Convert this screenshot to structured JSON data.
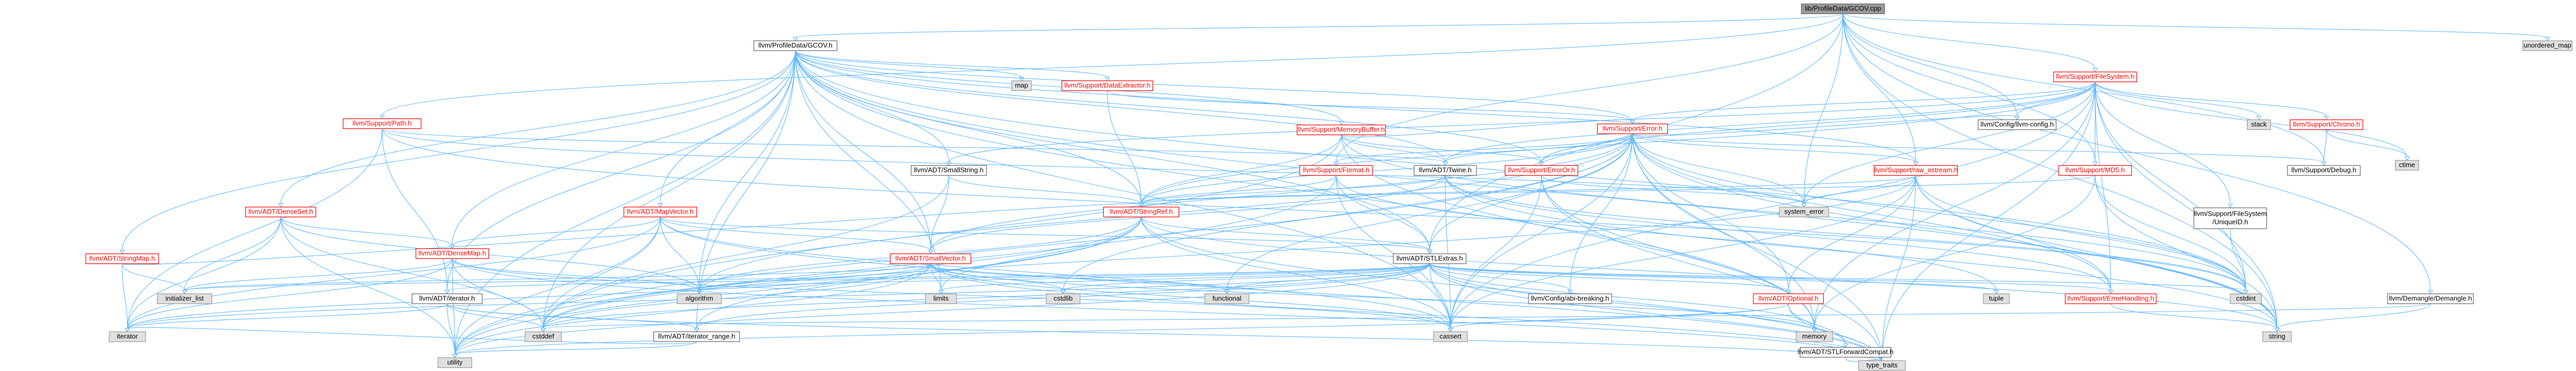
{
  "colors": {
    "root_fill": "#999999",
    "root_border": "#666666",
    "linked_fill": "#ffffff",
    "linked_border": "#ff0000",
    "link_text": "#ff0000",
    "plain_border": "#666666",
    "plain_text": "#000000",
    "external_fill": "#e0e0e0",
    "external_border": "#999999",
    "edge": "#63b8ff"
  },
  "graph": {
    "root": "lib/ProfileData/GCOV.cpp",
    "nodes": [
      {
        "id": "gcov_cpp",
        "label": "lib/ProfileData/GCOV.cpp",
        "kind": "root"
      },
      {
        "id": "gcov_h",
        "label": "llvm/ProfileData/GCOV.h",
        "kind": "plain"
      },
      {
        "id": "unordered_map",
        "label": "unordered_map",
        "kind": "external"
      },
      {
        "id": "filesystem",
        "label": "llvm/Support/FileSystem.h",
        "kind": "linked"
      },
      {
        "id": "path",
        "label": "llvm/Support/Path.h",
        "kind": "linked"
      },
      {
        "id": "map",
        "label": "map",
        "kind": "external"
      },
      {
        "id": "dataextractor",
        "label": "llvm/Support/DataExtractor.h",
        "kind": "linked"
      },
      {
        "id": "memorybuffer",
        "label": "llvm/Support/MemoryBuffer.h",
        "kind": "linked"
      },
      {
        "id": "config",
        "label": "llvm/Config/llvm-config.h",
        "kind": "plain"
      },
      {
        "id": "stack",
        "label": "stack",
        "kind": "external"
      },
      {
        "id": "chrono",
        "label": "llvm/Support/Chrono.h",
        "kind": "linked"
      },
      {
        "id": "ctime",
        "label": "ctime",
        "kind": "external"
      },
      {
        "id": "error",
        "label": "llvm/Support/Error.h",
        "kind": "linked"
      },
      {
        "id": "smallstring",
        "label": "llvm/ADT/SmallString.h",
        "kind": "plain"
      },
      {
        "id": "format",
        "label": "llvm/Support/Format.h",
        "kind": "linked"
      },
      {
        "id": "twine",
        "label": "llvm/ADT/Twine.h",
        "kind": "plain"
      },
      {
        "id": "erroror",
        "label": "llvm/Support/ErrorOr.h",
        "kind": "linked"
      },
      {
        "id": "raw_ostream",
        "label": "llvm/Support/raw_ostream.h",
        "kind": "linked"
      },
      {
        "id": "md5",
        "label": "llvm/Support/MD5.h",
        "kind": "linked"
      },
      {
        "id": "debug",
        "label": "llvm/Support/Debug.h",
        "kind": "plain"
      },
      {
        "id": "uniqueid",
        "label": "llvm/Support/FileSystem/UniqueID.h",
        "kind": "plain"
      },
      {
        "id": "densemap",
        "label": "llvm/ADT/DenseMap.h",
        "kind": "linked"
      },
      {
        "id": "denseset",
        "label": "llvm/ADT/DenseSet.h",
        "kind": "linked"
      },
      {
        "id": "mapvector",
        "label": "llvm/ADT/MapVector.h",
        "kind": "linked"
      },
      {
        "id": "stringref",
        "label": "llvm/ADT/StringRef.h",
        "kind": "linked"
      },
      {
        "id": "system_error",
        "label": "system_error",
        "kind": "external"
      },
      {
        "id": "stringmap",
        "label": "llvm/ADT/StringMap.h",
        "kind": "linked"
      },
      {
        "id": "smallvector",
        "label": "llvm/ADT/SmallVector.h",
        "kind": "linked"
      },
      {
        "id": "stlextras",
        "label": "llvm/ADT/STLExtras.h",
        "kind": "plain"
      },
      {
        "id": "initializer_list",
        "label": "initializer_list",
        "kind": "external"
      },
      {
        "id": "algorithm",
        "label": "algorithm",
        "kind": "external"
      },
      {
        "id": "iterator_h",
        "label": "llvm/ADT/iterator.h",
        "kind": "plain"
      },
      {
        "id": "limits",
        "label": "limits",
        "kind": "external"
      },
      {
        "id": "cstdlib",
        "label": "cstdlib",
        "kind": "external"
      },
      {
        "id": "functional",
        "label": "functional",
        "kind": "external"
      },
      {
        "id": "configbreak",
        "label": "llvm/Config/abi-breaking.h",
        "kind": "plain"
      },
      {
        "id": "optional",
        "label": "llvm/ADT/Optional.h",
        "kind": "linked"
      },
      {
        "id": "tuple",
        "label": "tuple",
        "kind": "external"
      },
      {
        "id": "errorhandling",
        "label": "llvm/Support/ErrorHandling.h",
        "kind": "linked"
      },
      {
        "id": "cstdint",
        "label": "cstdint",
        "kind": "external"
      },
      {
        "id": "demangle",
        "label": "llvm/Demangle/Demangle.h",
        "kind": "plain"
      },
      {
        "id": "iterator_range",
        "label": "llvm/ADT/iterator_range.h",
        "kind": "plain"
      },
      {
        "id": "cstddef",
        "label": "cstddef",
        "kind": "external"
      },
      {
        "id": "cassert",
        "label": "cassert",
        "kind": "external"
      },
      {
        "id": "memory",
        "label": "memory",
        "kind": "external"
      },
      {
        "id": "stlforward",
        "label": "llvm/ADT/STLForwardCompat.h",
        "kind": "plain"
      },
      {
        "id": "string",
        "label": "string",
        "kind": "external"
      },
      {
        "id": "iterator",
        "label": "iterator",
        "kind": "external"
      },
      {
        "id": "utility",
        "label": "utility",
        "kind": "external"
      },
      {
        "id": "type_traits",
        "label": "type_traits",
        "kind": "external"
      }
    ],
    "edges": [
      [
        "gcov_cpp",
        "gcov_h"
      ],
      [
        "gcov_cpp",
        "unordered_map"
      ],
      [
        "gcov_cpp",
        "filesystem"
      ],
      [
        "gcov_cpp",
        "config"
      ],
      [
        "gcov_cpp",
        "system_error"
      ],
      [
        "gcov_cpp",
        "raw_ostream"
      ],
      [
        "gcov_cpp",
        "md5"
      ],
      [
        "gcov_cpp",
        "stlextras"
      ],
      [
        "gcov_cpp",
        "format"
      ],
      [
        "gcov_cpp",
        "debug"
      ],
      [
        "gcov_cpp",
        "path"
      ],
      [
        "gcov_cpp",
        "demangle"
      ],
      [
        "gcov_cpp",
        "string"
      ],
      [
        "gcov_h",
        "map"
      ],
      [
        "gcov_h",
        "dataextractor"
      ],
      [
        "gcov_h",
        "memorybuffer"
      ],
      [
        "gcov_h",
        "smallstring"
      ],
      [
        "gcov_h",
        "twine"
      ],
      [
        "gcov_h",
        "stringref"
      ],
      [
        "gcov_h",
        "smallvector"
      ],
      [
        "gcov_h",
        "mapvector"
      ],
      [
        "gcov_h",
        "denseset"
      ],
      [
        "gcov_h",
        "stringmap"
      ],
      [
        "gcov_h",
        "densemap"
      ],
      [
        "gcov_h",
        "iterator_h"
      ],
      [
        "gcov_h",
        "algorithm"
      ],
      [
        "gcov_h",
        "limits"
      ],
      [
        "gcov_h",
        "memory"
      ],
      [
        "gcov_h",
        "string"
      ],
      [
        "gcov_h",
        "utility"
      ],
      [
        "gcov_h",
        "error"
      ],
      [
        "gcov_h",
        "erroror"
      ],
      [
        "gcov_h",
        "raw_ostream"
      ],
      [
        "gcov_h",
        "iterator_range"
      ],
      [
        "gcov_h",
        "stlextras"
      ],
      [
        "gcov_h",
        "cstddef"
      ],
      [
        "gcov_h",
        "cstdint"
      ],
      [
        "gcov_h",
        "cassert"
      ],
      [
        "filesystem",
        "config"
      ],
      [
        "filesystem",
        "stack"
      ],
      [
        "filesystem",
        "chrono"
      ],
      [
        "filesystem",
        "error"
      ],
      [
        "filesystem",
        "erroror"
      ],
      [
        "filesystem",
        "md5"
      ],
      [
        "filesystem",
        "uniqueid"
      ],
      [
        "filesystem",
        "twine"
      ],
      [
        "filesystem",
        "stringref"
      ],
      [
        "filesystem",
        "system_error"
      ],
      [
        "filesystem",
        "memory"
      ],
      [
        "filesystem",
        "string"
      ],
      [
        "filesystem",
        "cassert"
      ],
      [
        "filesystem",
        "cstdint"
      ],
      [
        "filesystem",
        "ctime"
      ],
      [
        "filesystem",
        "type_traits"
      ],
      [
        "filesystem",
        "smallstring"
      ],
      [
        "filesystem",
        "errorhandling"
      ],
      [
        "chrono",
        "ctime"
      ],
      [
        "chrono",
        "debug"
      ],
      [
        "path",
        "twine"
      ],
      [
        "path",
        "iterator"
      ],
      [
        "path",
        "iterator_h"
      ],
      [
        "path",
        "cstdint"
      ],
      [
        "path",
        "system_error"
      ],
      [
        "dataextractor",
        "stringref"
      ],
      [
        "dataextractor",
        "error"
      ],
      [
        "memorybuffer",
        "error"
      ],
      [
        "memorybuffer",
        "erroror"
      ],
      [
        "memorybuffer",
        "twine"
      ],
      [
        "memorybuffer",
        "cstddef"
      ],
      [
        "memorybuffer",
        "cstdint"
      ],
      [
        "memorybuffer",
        "memory"
      ],
      [
        "memorybuffer",
        "stringref"
      ],
      [
        "error",
        "config"
      ],
      [
        "error",
        "format"
      ],
      [
        "error",
        "raw_ostream"
      ],
      [
        "error",
        "erroror"
      ],
      [
        "error",
        "twine"
      ],
      [
        "error",
        "smallvector"
      ],
      [
        "error",
        "stringref"
      ],
      [
        "error",
        "errorhandling"
      ],
      [
        "error",
        "debug"
      ],
      [
        "error",
        "optional"
      ],
      [
        "error",
        "abi"
      ],
      [
        "error",
        "algorithm"
      ],
      [
        "error",
        "cassert"
      ],
      [
        "error",
        "cstdint"
      ],
      [
        "error",
        "cstdlib"
      ],
      [
        "error",
        "functional"
      ],
      [
        "error",
        "memory"
      ],
      [
        "error",
        "system_error"
      ],
      [
        "error",
        "string"
      ],
      [
        "error",
        "type_traits"
      ],
      [
        "error",
        "utility"
      ],
      [
        "error",
        "configbreak"
      ],
      [
        "error",
        "stlextras"
      ],
      [
        "smallstring",
        "stringref"
      ],
      [
        "smallstring",
        "smallvector"
      ],
      [
        "smallstring",
        "cstddef"
      ],
      [
        "format",
        "stlextras"
      ],
      [
        "format",
        "stringref"
      ],
      [
        "format",
        "cassert"
      ],
      [
        "format",
        "cstdio"
      ],
      [
        "format",
        "tuple"
      ],
      [
        "format",
        "utility"
      ],
      [
        "twine",
        "smallvector"
      ],
      [
        "twine",
        "stringref"
      ],
      [
        "twine",
        "errorhandling"
      ],
      [
        "twine",
        "cassert"
      ],
      [
        "twine",
        "cstdint"
      ],
      [
        "twine",
        "string"
      ],
      [
        "erroror",
        "system_error"
      ],
      [
        "erroror",
        "cassert"
      ],
      [
        "erroror",
        "type_traits"
      ],
      [
        "erroror",
        "memory"
      ],
      [
        "raw_ostream",
        "stringref"
      ],
      [
        "raw_ostream",
        "optional"
      ],
      [
        "raw_ostream",
        "cassert"
      ],
      [
        "raw_ostream",
        "cstddef"
      ],
      [
        "raw_ostream",
        "cstdint"
      ],
      [
        "raw_ostream",
        "cstring"
      ],
      [
        "raw_ostream",
        "string"
      ],
      [
        "raw_ostream",
        "system_error"
      ],
      [
        "raw_ostream",
        "type_traits"
      ],
      [
        "raw_ostream",
        "errorhandling"
      ],
      [
        "md5",
        "stringref"
      ],
      [
        "md5",
        "cstdint"
      ],
      [
        "md5",
        "memory"
      ],
      [
        "md5",
        "string"
      ],
      [
        "uniqueid",
        "cstdint"
      ],
      [
        "densemap",
        "algorithm"
      ],
      [
        "densemap",
        "cassert"
      ],
      [
        "densemap",
        "cstddef"
      ],
      [
        "densemap",
        "initializer_list"
      ],
      [
        "densemap",
        "iterator"
      ],
      [
        "densemap",
        "new"
      ],
      [
        "densemap",
        "type_traits"
      ],
      [
        "densemap",
        "utility"
      ],
      [
        "denseset",
        "densemap"
      ],
      [
        "denseset",
        "algorithm"
      ],
      [
        "denseset",
        "cstddef"
      ],
      [
        "denseset",
        "initializer_list"
      ],
      [
        "denseset",
        "iterator"
      ],
      [
        "denseset",
        "utility"
      ],
      [
        "mapvector",
        "densemap"
      ],
      [
        "mapvector",
        "smallvector"
      ],
      [
        "mapvector",
        "stlextras"
      ],
      [
        "mapvector",
        "algorithm"
      ],
      [
        "mapvector",
        "cassert"
      ],
      [
        "mapvector",
        "cstddef"
      ],
      [
        "mapvector",
        "iterator"
      ],
      [
        "mapvector",
        "type_traits"
      ],
      [
        "mapvector",
        "utility"
      ],
      [
        "mapvector",
        "vector"
      ],
      [
        "stringref",
        "stlextras"
      ],
      [
        "stringref",
        "iterator_range"
      ],
      [
        "stringref",
        "algorithm"
      ],
      [
        "stringref",
        "cassert"
      ],
      [
        "stringref",
        "cstddef"
      ],
      [
        "stringref",
        "cstring"
      ],
      [
        "stringref",
        "limits"
      ],
      [
        "stringref",
        "string"
      ],
      [
        "stringref",
        "type_traits"
      ],
      [
        "stringref",
        "utility"
      ],
      [
        "stringmap",
        "stringref"
      ],
      [
        "stringmap",
        "initializer_list"
      ],
      [
        "stringmap",
        "iterator"
      ],
      [
        "smallvector",
        "algorithm"
      ],
      [
        "smallvector",
        "cassert"
      ],
      [
        "smallvector",
        "cstddef"
      ],
      [
        "smallvector",
        "cstdlib"
      ],
      [
        "smallvector",
        "cstring"
      ],
      [
        "smallvector",
        "functional"
      ],
      [
        "smallvector",
        "initializer_list"
      ],
      [
        "smallvector",
        "iterator"
      ],
      [
        "smallvector",
        "limits"
      ],
      [
        "smallvector",
        "memory"
      ],
      [
        "smallvector",
        "new"
      ],
      [
        "smallvector",
        "type_traits"
      ],
      [
        "smallvector",
        "utility"
      ],
      [
        "stlextras",
        "optional"
      ],
      [
        "stlextras",
        "stlforward"
      ],
      [
        "stlextras",
        "iterator_h"
      ],
      [
        "stlextras",
        "iterator_range"
      ],
      [
        "stlextras",
        "configbreak"
      ],
      [
        "stlextras",
        "errorhandling"
      ],
      [
        "stlextras",
        "algorithm"
      ],
      [
        "stlextras",
        "cassert"
      ],
      [
        "stlextras",
        "cstddef"
      ],
      [
        "stlextras",
        "cstdint"
      ],
      [
        "stlextras",
        "cstdlib"
      ],
      [
        "stlextras",
        "functional"
      ],
      [
        "stlextras",
        "initializer_list"
      ],
      [
        "stlextras",
        "iterator"
      ],
      [
        "stlextras",
        "limits"
      ],
      [
        "stlextras",
        "memory"
      ],
      [
        "stlextras",
        "tuple"
      ],
      [
        "stlextras",
        "type_traits"
      ],
      [
        "stlextras",
        "utility"
      ],
      [
        "iterator_h",
        "iterator_range"
      ],
      [
        "iterator_h",
        "cstddef"
      ],
      [
        "iterator_h",
        "iterator"
      ],
      [
        "iterator_h",
        "type_traits"
      ],
      [
        "iterator_h",
        "utility"
      ],
      [
        "iterator_range",
        "iterator"
      ],
      [
        "iterator_range",
        "utility"
      ],
      [
        "optional",
        "cassert"
      ],
      [
        "optional",
        "cstring"
      ],
      [
        "optional",
        "new"
      ],
      [
        "optional",
        "utility"
      ],
      [
        "optional",
        "stlforward"
      ],
      [
        "optional",
        "type_traits"
      ],
      [
        "stlforward",
        "type_traits"
      ],
      [
        "errorhandling",
        "string"
      ],
      [
        "demangle",
        "cstddef"
      ],
      [
        "demangle",
        "string"
      ]
    ]
  }
}
